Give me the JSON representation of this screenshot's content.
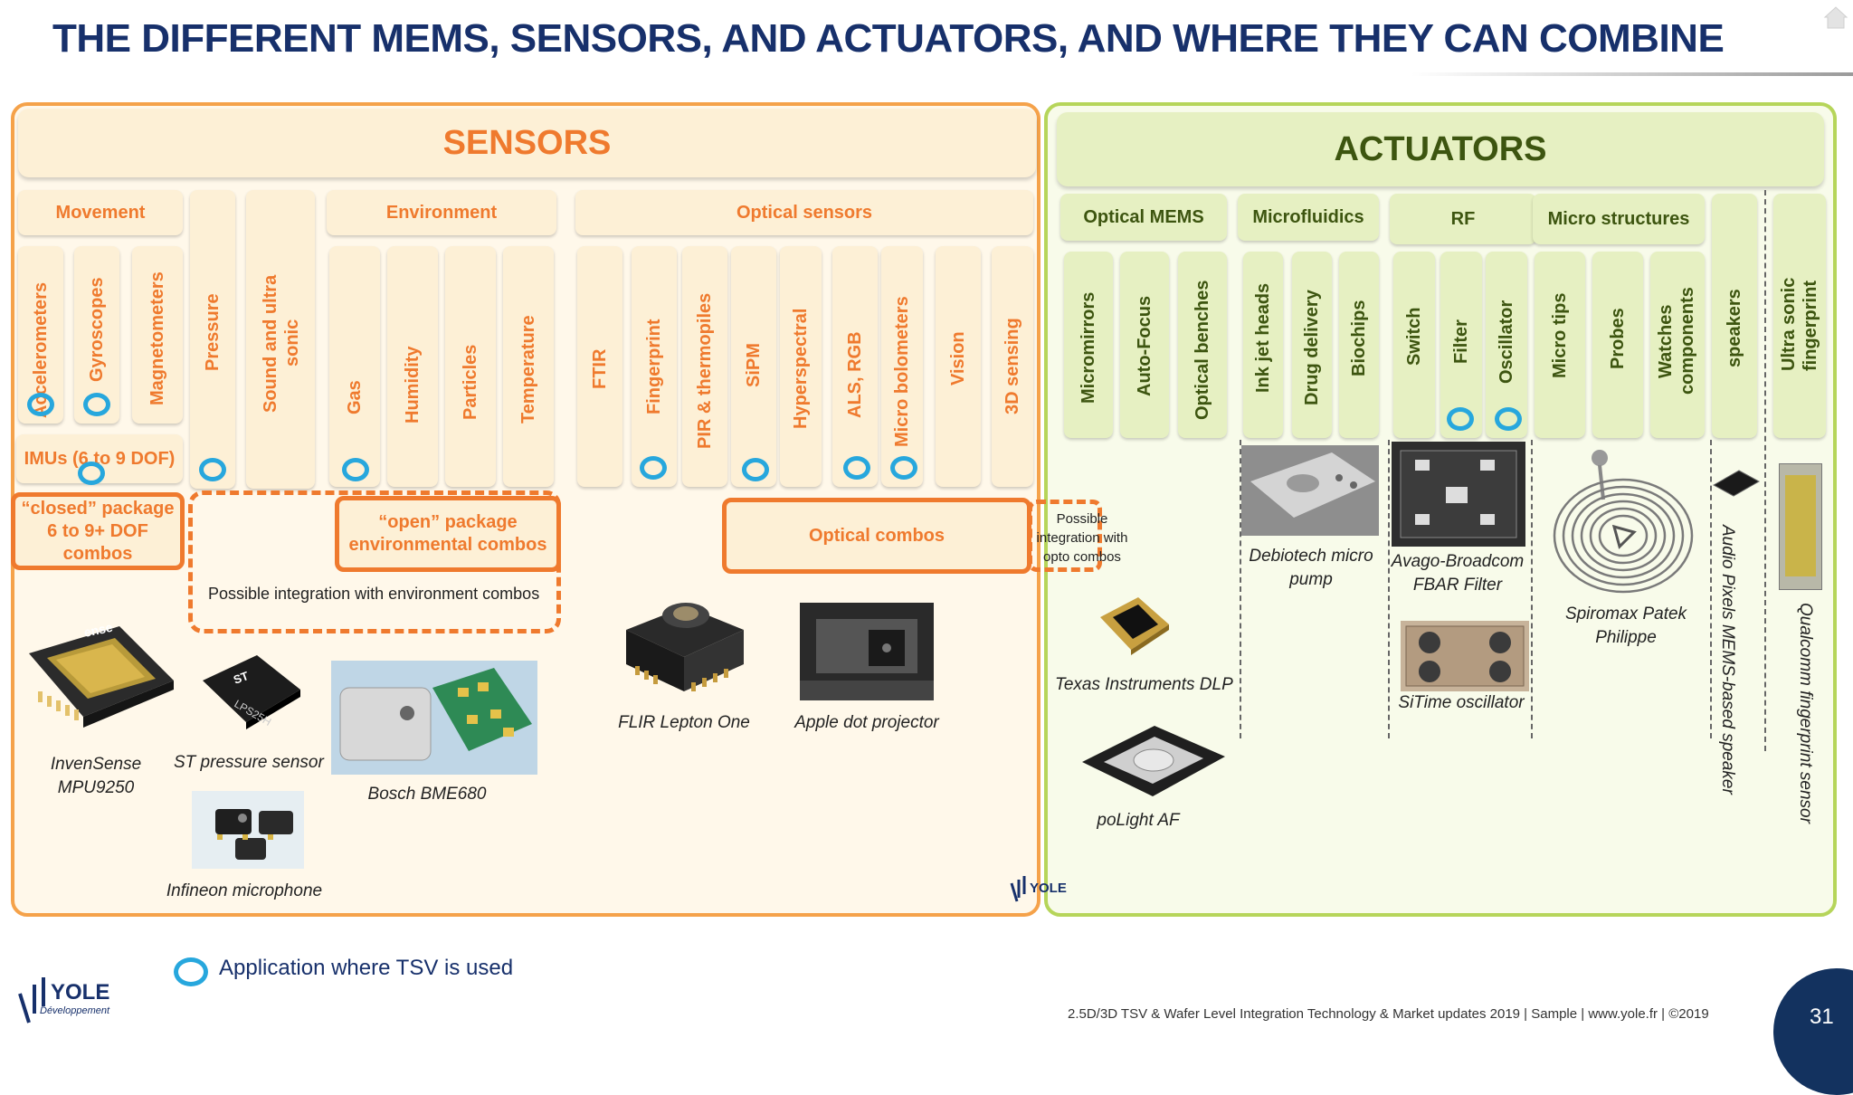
{
  "title": "THE DIFFERENT MEMS, SENSORS, AND ACTUATORS, AND WHERE THEY CAN COMBINE",
  "sensors": {
    "header": "SENSORS",
    "categories": {
      "movement": "Movement",
      "environment": "Environment",
      "optical": "Optical sensors"
    },
    "columns": {
      "accelerometers": "Accelerometers",
      "gyroscopes": "Gyroscopes",
      "magnetometers": "Magnetometers",
      "pressure": "Pressure",
      "sound_line1": "Sound and ultra",
      "sound_line2": "sonic",
      "gas": "Gas",
      "humidity": "Humidity",
      "particles": "Particles",
      "temperature": "Temperature",
      "ftir": "FTIR",
      "fingerprint": "Fingerprint",
      "pir": "PIR & thermopiles",
      "sipm": "SiPM",
      "hyperspectral": "Hyperspectral",
      "als": "ALS, RGB",
      "micro_bolometers": "Micro bolometers",
      "vision": "Vision",
      "sensing_3d": "3D sensing"
    },
    "imus": "IMUs (6 to 9 DOF)",
    "closed_package": "“closed” package 6 to 9+ DOF combos",
    "open_package": "“open” package environmental combos",
    "possible_env": "Possible integration with environment combos",
    "optical_combos": "Optical combos",
    "possible_opto": "Possible integration with opto combos",
    "products": {
      "invensense": "InvenSense MPU9250",
      "st": "ST pressure sensor",
      "bosch": "Bosch BME680",
      "infineon": "Infineon microphone",
      "flir": "FLIR Lepton One",
      "apple": "Apple dot projector",
      "invensense_chip_text": "ense",
      "st_chip_text": "LPS25H",
      "st_logo": "ST"
    }
  },
  "actuators": {
    "header": "ACTUATORS",
    "categories": {
      "optical_mems": "Optical MEMS",
      "microfluidics": "Microfluidics",
      "rf": "RF",
      "micro_structures": "Micro structures"
    },
    "columns": {
      "micromirrors": "Micromirrors",
      "autofocus": "Auto-Focus",
      "optical_benches": "Optical benches",
      "inkjet": "Ink jet heads",
      "drug": "Drug delivery",
      "biochips": "Biochips",
      "switch": "Switch",
      "filter": "Filter",
      "oscillator": "Oscillator",
      "micro_tips": "Micro tips",
      "probes": "Probes",
      "watches_line1": "Watches",
      "watches_line2": "components",
      "speakers": "speakers",
      "ultrasonic_line1": "Ultra sonic",
      "ultrasonic_line2": "fingerprint"
    },
    "products": {
      "ti": "Texas Instruments DLP",
      "polight": "poLight AF",
      "debiotech": "Debiotech micro pump",
      "avago": "Avago-Broadcom FBAR Filter",
      "sitime": "SiTime oscillator",
      "spiromax": "Spiromax Patek Philippe",
      "audio_pixels": "Audio Pixels MEMS-based speaker",
      "qualcomm": "Qualcomm fingerprint sensor"
    }
  },
  "legend": {
    "tsv": "Application where TSV is used"
  },
  "logo": {
    "name": "YOLE",
    "sub": "Développement"
  },
  "footer": "2.5D/3D TSV & Wafer Level Integration Technology & Market updates 2019 | Sample | www.yole.fr | ©2019",
  "page_number": "31",
  "colors": {
    "sensor_orange": "#ef7a2e",
    "actuator_green": "#3d5510",
    "tsv_ring": "#27a7dd",
    "title_navy": "#17306b"
  }
}
